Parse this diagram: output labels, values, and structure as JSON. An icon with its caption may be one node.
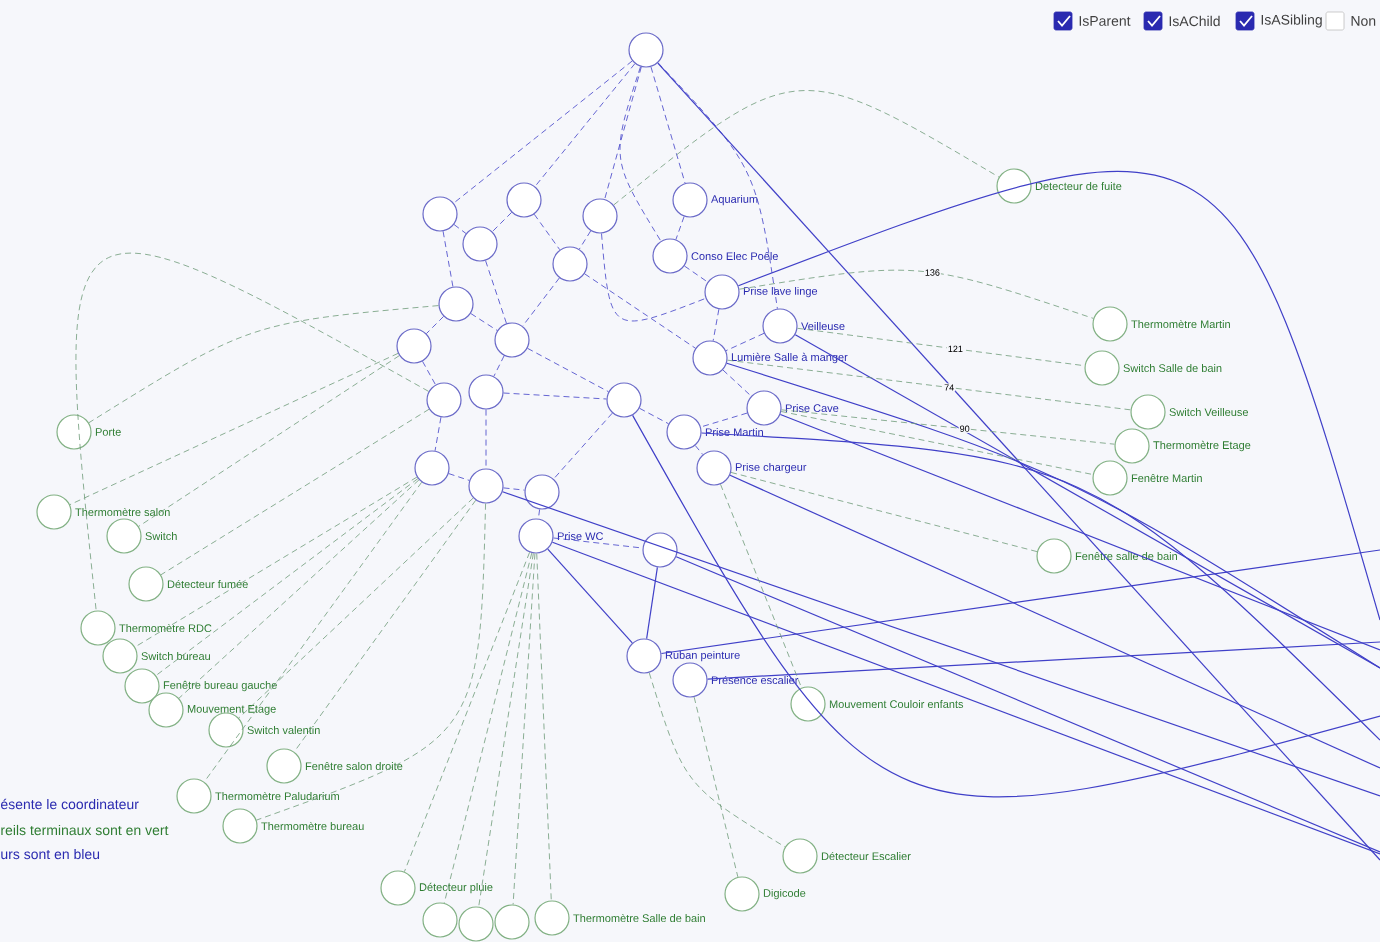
{
  "diagram": {
    "nodes": [
      {
        "text": [],
        "shape": "circle"
      },
      {
        "text": [],
        "shape": "circle"
      },
      {
        "text": [],
        "shape": "circle"
      },
      {
        "text": [],
        "shape": "circle"
      },
      {
        "text": [
          "Aquarium"
        ]
      },
      {
        "text": [
          "Conso Elec Poêle"
        ]
      },
      {
        "text": [],
        "shape": "circle"
      },
      {
        "text": [],
        "shape": "circle"
      },
      {
        "text": [],
        "shape": "circle"
      },
      {
        "text": [],
        "shape": "circle"
      },
      {
        "text": [],
        "shape": "circle"
      },
      {
        "text": [
          "Prise lave linge"
        ]
      },
      {
        "text": [
          "Veilleuse"
        ]
      },
      {
        "text": [
          "Lumière Salle à manger"
        ]
      },
      {
        "text": [
          "Prise Cave"
        ]
      },
      {
        "text": [],
        "shape": "circle"
      },
      {
        "text": [],
        "shape": "circle"
      },
      {
        "text": [],
        "shape": "circle"
      },
      {
        "text": [
          "Prise Martin"
        ]
      },
      {
        "text": [
          "Prise chargeur"
        ]
      },
      {
        "text": [],
        "shape": "circle"
      },
      {
        "text": [],
        "shape": "circle"
      },
      {
        "text": [],
        "shape": "circle"
      },
      {
        "text": [
          "Prise WC"
        ]
      },
      {
        "text": [],
        "shape": "circle"
      },
      {
        "text": [
          "Ruban peinture"
        ]
      },
      {
        "text": [
          "Présence escalier"
        ]
      },
      {
        "text": [
          "Detecteur de fuite"
        ]
      },
      {
        "text": [
          "Thermomètre Martin"
        ]
      },
      {
        "text": [
          "Switch Salle de bain"
        ]
      },
      {
        "text": [
          "Switch Veilleuse"
        ]
      },
      {
        "text": [
          "Thermomètre Etage"
        ]
      },
      {
        "text": [
          "Fenêtre Martin"
        ]
      },
      {
        "text": [
          "Fenêtre salle de bain"
        ]
      },
      {
        "text": [
          "Porte"
        ]
      },
      {
        "text": [
          "Thermomètre salon"
        ]
      },
      {
        "text": [
          "Switch"
        ]
      },
      {
        "text": [
          "Détecteur fumée"
        ]
      },
      {
        "text": [
          "Thermomètre RDC"
        ]
      },
      {
        "text": [
          "Switch bureau"
        ]
      },
      {
        "text": [
          "Fenêtre bureau gauche"
        ]
      },
      {
        "text": [
          "Mouvement Etage"
        ]
      },
      {
        "text": [
          "Switch valentin"
        ]
      },
      {
        "text": [
          "Fenêtre salon droite"
        ]
      },
      {
        "text": [
          "Thermomètre Paludarium"
        ]
      },
      {
        "text": [
          "Thermomètre bureau"
        ]
      },
      {
        "text": [
          "Mouvement Couloir enfants"
        ]
      },
      {
        "text": [
          "Détecteur Escalier"
        ]
      },
      {
        "text": [
          "Digicode"
        ]
      },
      {
        "text": [
          "Détecteur pluie"
        ]
      },
      {
        "text": [],
        "shape": "circle"
      },
      {
        "text": [],
        "shape": "circle"
      },
      {
        "text": [],
        "shape": "circle"
      },
      {
        "text": [
          "Thermomètre Salle de bain"
        ]
      }
    ],
    "edges": [
      {
        "from": 0,
        "to": 1,
        "arrow": "none",
        "style": "dashed"
      },
      {
        "from": 0,
        "to": 2,
        "arrow": "none",
        "style": "dashed"
      },
      {
        "from": 0,
        "to": 3,
        "arrow": "none",
        "style": "dashed"
      },
      {
        "from": 0,
        "to": 4,
        "arrow": "none",
        "style": "dashed"
      },
      {
        "from": 0,
        "to": 5,
        "arrow": "none",
        "style": "dashed"
      },
      {
        "from": 0,
        "to": 12,
        "arrow": "none",
        "style": "dashed"
      },
      {
        "from": 1,
        "to": 6,
        "arrow": "none",
        "style": "dashed"
      },
      {
        "from": 1,
        "to": 8,
        "arrow": "none",
        "style": "dashed"
      },
      {
        "from": 2,
        "to": 6,
        "arrow": "none",
        "style": "dashed"
      },
      {
        "from": 2,
        "to": 7,
        "arrow": "none",
        "style": "dashed"
      },
      {
        "from": 3,
        "to": 7,
        "arrow": "none",
        "style": "dashed"
      },
      {
        "from": 4,
        "to": 5,
        "arrow": "none",
        "style": "dashed"
      },
      {
        "from": 5,
        "to": 11,
        "arrow": "none",
        "style": "dashed"
      },
      {
        "from": 6,
        "to": 10,
        "arrow": "none",
        "style": "dashed"
      },
      {
        "from": 7,
        "to": 10,
        "arrow": "none",
        "style": "dashed"
      },
      {
        "from": 8,
        "to": 9,
        "arrow": "none",
        "style": "dashed"
      },
      {
        "from": 8,
        "to": 10,
        "arrow": "none",
        "style": "dashed"
      },
      {
        "from": 9,
        "to": 15,
        "arrow": "none",
        "style": "dashed"
      },
      {
        "from": 10,
        "to": 16,
        "arrow": "none",
        "style": "dashed"
      },
      {
        "from": 11,
        "to": 13,
        "arrow": "none",
        "style": "dashed"
      },
      {
        "from": 12,
        "to": 13,
        "arrow": "none",
        "style": "dashed"
      },
      {
        "from": 13,
        "to": 14,
        "arrow": "none",
        "style": "dashed"
      },
      {
        "from": 14,
        "to": 18,
        "arrow": "none",
        "style": "dashed"
      },
      {
        "from": 15,
        "to": 20,
        "arrow": "none",
        "style": "dashed"
      },
      {
        "from": 16,
        "to": 21,
        "arrow": "none",
        "style": "dashed"
      },
      {
        "from": 17,
        "to": 18,
        "arrow": "none",
        "style": "dashed"
      },
      {
        "from": 18,
        "to": 19,
        "arrow": "none",
        "style": "dashed"
      },
      {
        "from": 17,
        "to": 22,
        "arrow": "none",
        "style": "dashed"
      },
      {
        "from": 20,
        "to": 21,
        "arrow": "none",
        "style": "dashed"
      },
      {
        "from": 21,
        "to": 22,
        "arrow": "none",
        "style": "dashed"
      },
      {
        "from": 22,
        "to": 23,
        "arrow": "none",
        "style": "dashed"
      },
      {
        "from": 23,
        "to": 24,
        "arrow": "none",
        "style": "dashed"
      },
      {
        "from": 10,
        "to": 17,
        "arrow": "none",
        "style": "dashed"
      },
      {
        "from": 7,
        "to": 13,
        "arrow": "none",
        "style": "dashed"
      },
      {
        "from": 16,
        "to": 17,
        "arrow": "none",
        "style": "dashed"
      },
      {
        "from": 3,
        "to": 11,
        "arrow": "none",
        "style": "dashed"
      },
      {
        "from": 0,
        "to": null,
        "arrow": "none"
      },
      {
        "from": 11,
        "to": null,
        "arrow": "none"
      },
      {
        "from": 12,
        "to": null,
        "arrow": "none"
      },
      {
        "from": 13,
        "to": null,
        "arrow": "none"
      },
      {
        "from": 14,
        "to": null,
        "arrow": "none"
      },
      {
        "from": 17,
        "to": null,
        "arrow": "none"
      },
      {
        "from": 18,
        "to": null,
        "arrow": "none"
      },
      {
        "from": 19,
        "to": null,
        "arrow": "none"
      },
      {
        "from": 21,
        "to": null,
        "arrow": "none"
      },
      {
        "from": 23,
        "to": null,
        "arrow": "none"
      },
      {
        "from": 24,
        "to": null,
        "arrow": "none"
      },
      {
        "from": 25,
        "to": null,
        "arrow": "none"
      },
      {
        "from": 26,
        "to": null,
        "arrow": "none"
      },
      {
        "from": 23,
        "to": 25,
        "arrow": "none"
      },
      {
        "from": 24,
        "to": 25,
        "arrow": "none"
      },
      {
        "from": 3,
        "to": 27,
        "arrow": "none",
        "style": "dashed",
        "color": "#6f9a78"
      },
      {
        "from": 11,
        "to": 28,
        "arrow": "none",
        "style": "dashed",
        "color": "#6f9a78",
        "label": "136"
      },
      {
        "from": 12,
        "to": 29,
        "arrow": "none",
        "style": "dashed",
        "color": "#6f9a78",
        "label": "121"
      },
      {
        "from": 13,
        "to": 30,
        "arrow": "none",
        "style": "dashed",
        "color": "#6f9a78",
        "label": "74"
      },
      {
        "from": 14,
        "to": 31,
        "arrow": "none",
        "style": "dashed",
        "color": "#6f9a78",
        "label": "90"
      },
      {
        "from": 14,
        "to": 32,
        "arrow": "none",
        "style": "dashed",
        "color": "#6f9a78"
      },
      {
        "from": 19,
        "to": 33,
        "arrow": "none",
        "style": "dashed",
        "color": "#6f9a78"
      },
      {
        "from": 8,
        "to": 34,
        "arrow": "none",
        "style": "dashed",
        "color": "#6f9a78"
      },
      {
        "from": 9,
        "to": 35,
        "arrow": "none",
        "style": "dashed",
        "color": "#6f9a78"
      },
      {
        "from": 9,
        "to": 36,
        "arrow": "none",
        "style": "dashed",
        "color": "#6f9a78"
      },
      {
        "from": 15,
        "to": 37,
        "arrow": "none",
        "style": "dashed",
        "color": "#6f9a78"
      },
      {
        "from": 15,
        "to": 38,
        "arrow": "none",
        "style": "dashed",
        "color": "#6f9a78"
      },
      {
        "from": 20,
        "to": 39,
        "arrow": "none",
        "style": "dashed",
        "color": "#6f9a78"
      },
      {
        "from": 20,
        "to": 40,
        "arrow": "none",
        "style": "dashed",
        "color": "#6f9a78"
      },
      {
        "from": 20,
        "to": 41,
        "arrow": "none",
        "style": "dashed",
        "color": "#6f9a78"
      },
      {
        "from": 21,
        "to": 42,
        "arrow": "none",
        "style": "dashed",
        "color": "#6f9a78"
      },
      {
        "from": 21,
        "to": 43,
        "arrow": "none",
        "style": "dashed",
        "color": "#6f9a78"
      },
      {
        "from": 20,
        "to": 44,
        "arrow": "none",
        "style": "dashed",
        "color": "#6f9a78"
      },
      {
        "from": 21,
        "to": 45,
        "arrow": "none",
        "style": "dashed",
        "color": "#6f9a78"
      },
      {
        "from": 19,
        "to": 46,
        "arrow": "none",
        "style": "dashed",
        "color": "#6f9a78"
      },
      {
        "from": 25,
        "to": 47,
        "arrow": "none",
        "style": "dashed",
        "color": "#6f9a78"
      },
      {
        "from": 26,
        "to": 48,
        "arrow": "none",
        "style": "dashed",
        "color": "#6f9a78"
      },
      {
        "from": 23,
        "to": 49,
        "arrow": "none",
        "style": "dashed",
        "color": "#6f9a78"
      },
      {
        "from": 23,
        "to": 50,
        "arrow": "none",
        "style": "dashed",
        "color": "#6f9a78"
      },
      {
        "from": 23,
        "to": 51,
        "arrow": "none",
        "style": "dashed",
        "color": "#6f9a78"
      },
      {
        "from": 23,
        "to": 52,
        "arrow": "none",
        "style": "dashed",
        "color": "#6f9a78"
      },
      {
        "from": 23,
        "to": 53,
        "arrow": "none",
        "style": "dashed",
        "color": "#6f9a78"
      }
    ],
    "labels": [
      "IsParent",
      "IsAChild",
      "IsASibling",
      "Non",
      "ésente le coordinateur",
      "reils terminaux sont en vert",
      "urs sont en bleu"
    ]
  }
}
